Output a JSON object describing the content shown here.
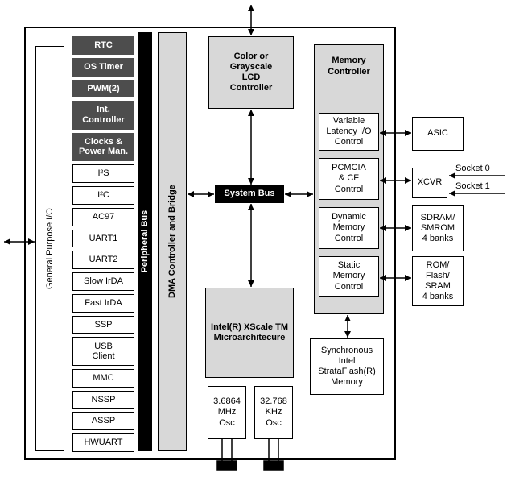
{
  "chip": {
    "gpio_label": "General Purpose I/O",
    "peripheral_bus_label": "Peripheral Bus",
    "dma_label": "DMA Controller and Bridge",
    "lcd_label": "Color or\nGrayscale\nLCD\nController",
    "system_bus_label": "System Bus",
    "xscale_label": "Intel(R) XScale TM\nMicroarchitecure",
    "osc1_label": "3.6864\nMHz\nOsc",
    "osc2_label": "32.768\nKHz\nOsc",
    "strataflash_label": "Synchronous\nIntel\nStrataFlash(R)\nMemory",
    "memory_controller": {
      "title": "Memory\nController",
      "sub_blocks": [
        {
          "label": "Variable\nLatency I/O\nControl"
        },
        {
          "label": "PCMCIA\n& CF\nControl"
        },
        {
          "label": "Dynamic\nMemory\nControl"
        },
        {
          "label": "Static\nMemory\nControl"
        }
      ]
    },
    "peripherals": [
      {
        "label": "RTC",
        "style": "dark"
      },
      {
        "label": "OS Timer",
        "style": "dark"
      },
      {
        "label": "PWM(2)",
        "style": "dark"
      },
      {
        "label": "Int.\nController",
        "style": "dark"
      },
      {
        "label": "Clocks &\nPower Man.",
        "style": "dark"
      },
      {
        "label": "I²S",
        "style": "light"
      },
      {
        "label": "I²C",
        "style": "light"
      },
      {
        "label": "AC97",
        "style": "light"
      },
      {
        "label": "UART1",
        "style": "light"
      },
      {
        "label": "UART2",
        "style": "light"
      },
      {
        "label": "Slow IrDA",
        "style": "light"
      },
      {
        "label": "Fast IrDA",
        "style": "light"
      },
      {
        "label": "SSP",
        "style": "light"
      },
      {
        "label": "USB\nClient",
        "style": "light"
      },
      {
        "label": "MMC",
        "style": "light"
      },
      {
        "label": "NSSP",
        "style": "light"
      },
      {
        "label": "ASSP",
        "style": "light"
      },
      {
        "label": "HWUART",
        "style": "light"
      }
    ]
  },
  "external": {
    "asic_label": "ASIC",
    "xcvr_label": "XCVR",
    "sdram_label": "SDRAM/\nSMROM\n4 banks",
    "rom_label": "ROM/\nFlash/\nSRAM\n4 banks",
    "socket0_label": "Socket 0",
    "socket1_label": "Socket 1"
  },
  "colors": {
    "block_gray": "#d8d8d8",
    "dark_gray": "#4d4d4d",
    "bus_black": "#000000"
  }
}
